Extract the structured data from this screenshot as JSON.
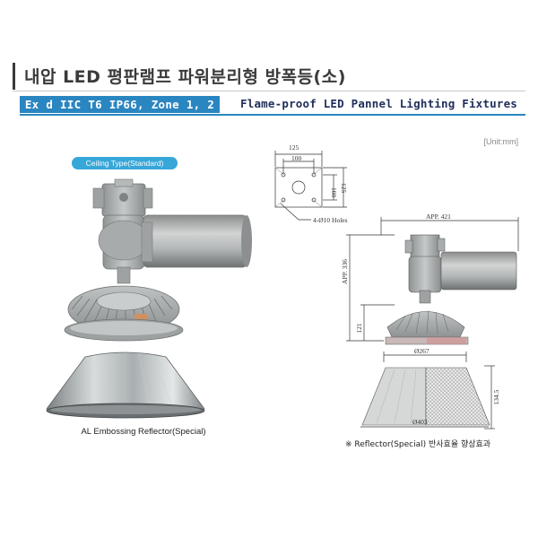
{
  "header": {
    "title": "내압 LED 평판램프 파워분리형 방폭등(소)",
    "spec_rating": "Ex d IIC T6 IP66, Zone 1, 2",
    "spec_name": "Flame-proof LED Pannel Lighting Fixtures"
  },
  "unit_label": "[Unit:mm]",
  "product": {
    "type_label": "Ceiling Type(Standard)",
    "reflector_caption": "AL Embossing Reflector(Special)"
  },
  "drawing": {
    "dim_125": "125",
    "dim_100": "100",
    "dim_100_v": "100",
    "dim_125_v": "125",
    "holes": "4-Ø10 Holes",
    "app_width": "APP. 421",
    "app_height": "APP. 336",
    "dim_121": "121",
    "dia_267": "Ø267",
    "dim_134": "134.5",
    "dia_403": "Ø403"
  },
  "note": "※ Reflector(Special) 반사효율 향상효과",
  "colors": {
    "accent_blue": "#2a86c0",
    "pill_blue": "#37a6d8",
    "title_gray": "#3a3a3a",
    "navy": "#1f2d5a"
  }
}
